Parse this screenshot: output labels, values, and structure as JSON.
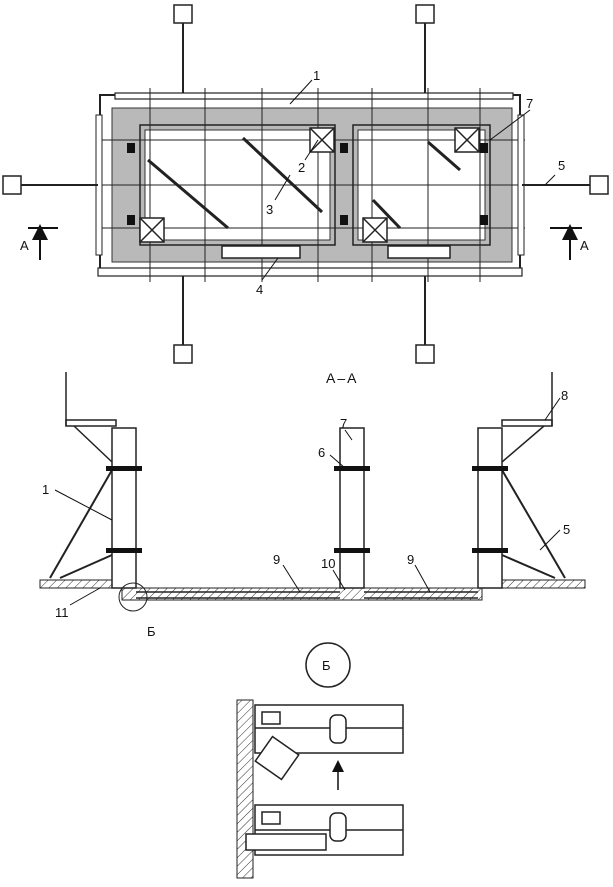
{
  "plan": {
    "labels": [
      "1",
      "2",
      "3",
      "4",
      "5",
      "7"
    ],
    "section_mark_left": "А",
    "section_mark_right": "А"
  },
  "section": {
    "title": "А–А",
    "labels": [
      "1",
      "5",
      "6",
      "7",
      "8",
      "9",
      "9",
      "10",
      "11"
    ],
    "detail_ref": "Б"
  },
  "detail": {
    "label": "Б"
  }
}
